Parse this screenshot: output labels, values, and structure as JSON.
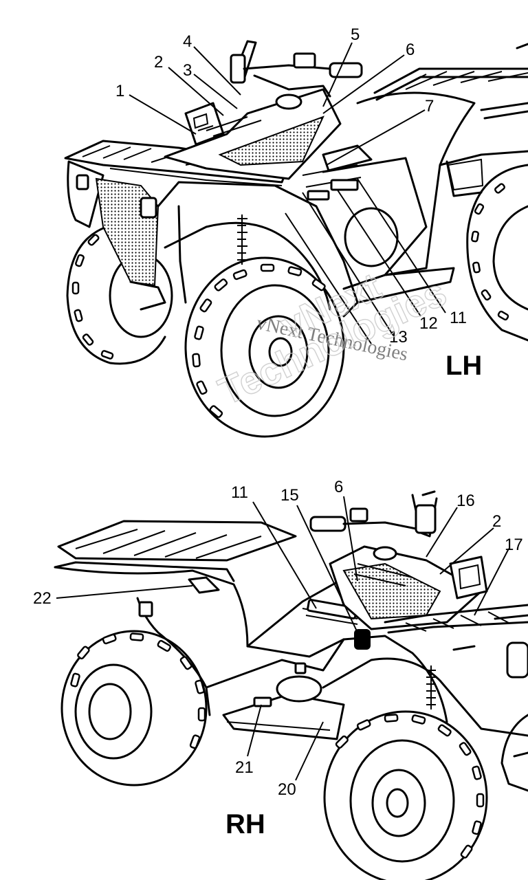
{
  "diagram": {
    "views": [
      {
        "id": "lh",
        "side_label": "LH",
        "callouts": [
          {
            "label": "1"
          },
          {
            "label": "2"
          },
          {
            "label": "3"
          },
          {
            "label": "4"
          },
          {
            "label": "5"
          },
          {
            "label": "6"
          },
          {
            "label": "7"
          },
          {
            "label": "11"
          },
          {
            "label": "12"
          },
          {
            "label": "13"
          }
        ]
      },
      {
        "id": "rh",
        "side_label": "RH",
        "callouts": [
          {
            "label": "11"
          },
          {
            "label": "15"
          },
          {
            "label": "6"
          },
          {
            "label": "16"
          },
          {
            "label": "2"
          },
          {
            "label": "17"
          },
          {
            "label": "22"
          },
          {
            "label": "21"
          },
          {
            "label": "20"
          }
        ]
      }
    ],
    "watermark": {
      "serif_text": "vNext Technologies",
      "outline_line1": "vNext",
      "outline_line2": "Technologies"
    }
  }
}
